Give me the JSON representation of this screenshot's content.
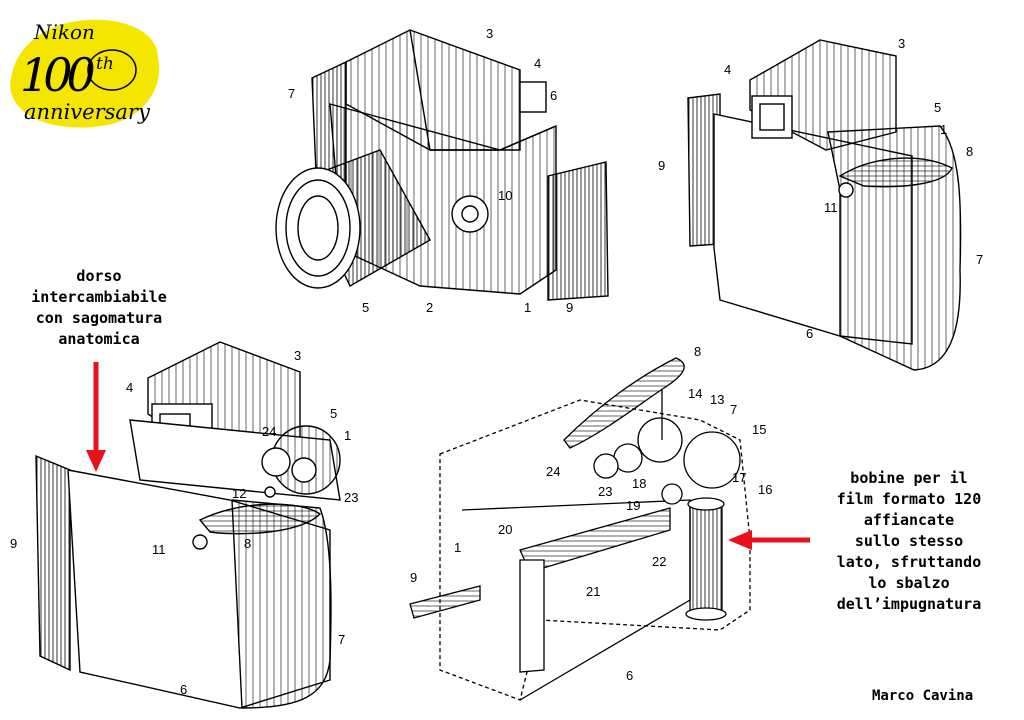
{
  "logo": {
    "brand": "Nikon",
    "number": "100",
    "suffix": "th",
    "word": "anniversary",
    "color": "#f5e600"
  },
  "annotations": {
    "left": [
      "dorso",
      "intercambiabile",
      "con sagomatura",
      "anatomica"
    ],
    "right": [
      "bobine per il",
      "film formato 120",
      "affiancate",
      "sullo stesso",
      "lato, sfruttando",
      "lo sbalzo",
      "dell’impugnatura"
    ],
    "arrow_color": "#e8101a"
  },
  "author": "Marco Cavina",
  "figures": {
    "fig_a": [
      "3",
      "4",
      "7",
      "6",
      "10",
      "5",
      "2",
      "1",
      "9"
    ],
    "fig_b": [
      "4",
      "3",
      "5",
      "1",
      "8",
      "9",
      "11",
      "7",
      "6"
    ],
    "fig_c": [
      "3",
      "4",
      "5",
      "1",
      "24",
      "12",
      "23",
      "8",
      "11",
      "9",
      "7",
      "6"
    ],
    "fig_d": [
      "8",
      "14",
      "13",
      "7",
      "15",
      "24",
      "23",
      "18",
      "17",
      "19",
      "16",
      "20",
      "22",
      "21",
      "1",
      "9",
      "6"
    ]
  }
}
